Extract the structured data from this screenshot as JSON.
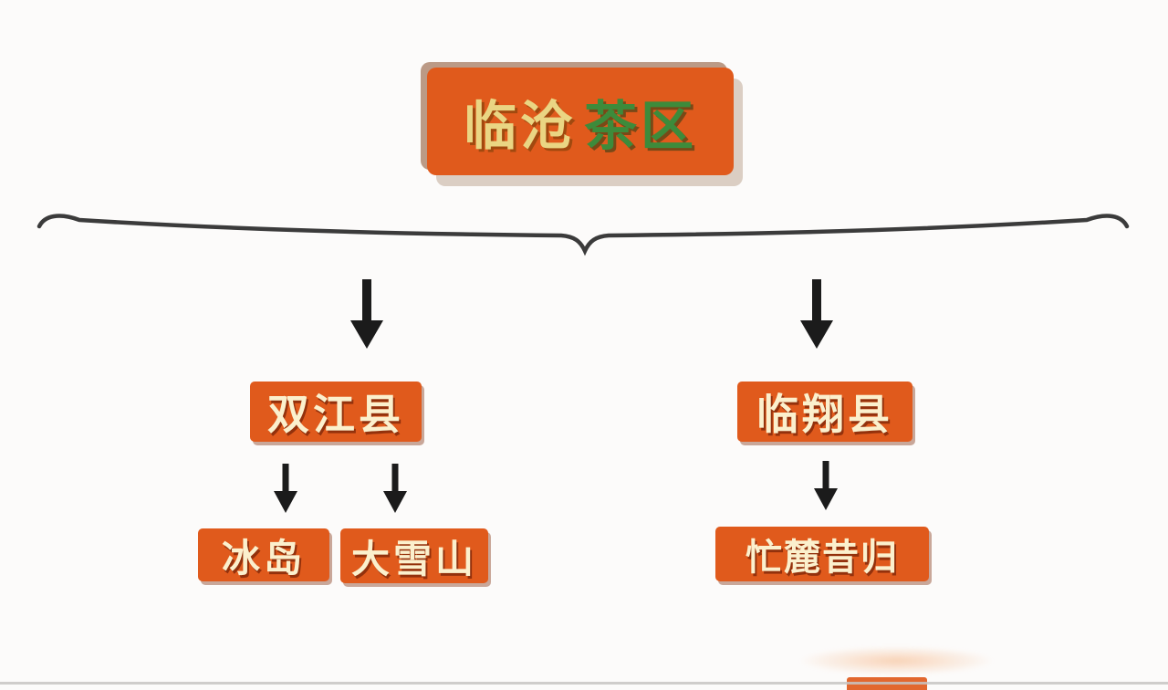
{
  "root": {
    "label_primary": "临沧",
    "label_secondary": "茶区"
  },
  "branches": [
    {
      "label": "双江县",
      "children": [
        "冰岛",
        "大雪山"
      ]
    },
    {
      "label": "临翔县",
      "children": [
        "忙麓昔归"
      ]
    }
  ],
  "icons": {
    "down_arrow": "down-arrow-icon",
    "brace": "brace-connector"
  },
  "colors": {
    "background": "#fcfbfa",
    "box_orange": "#e05a1c",
    "box_shadow": "#7d2a08",
    "root_text_primary": "#ead583",
    "root_text_secondary": "#3d8b3b",
    "node_text": "#fbf0cd",
    "arrow": "#1b1b1b",
    "brace": "#3b3b3b"
  }
}
